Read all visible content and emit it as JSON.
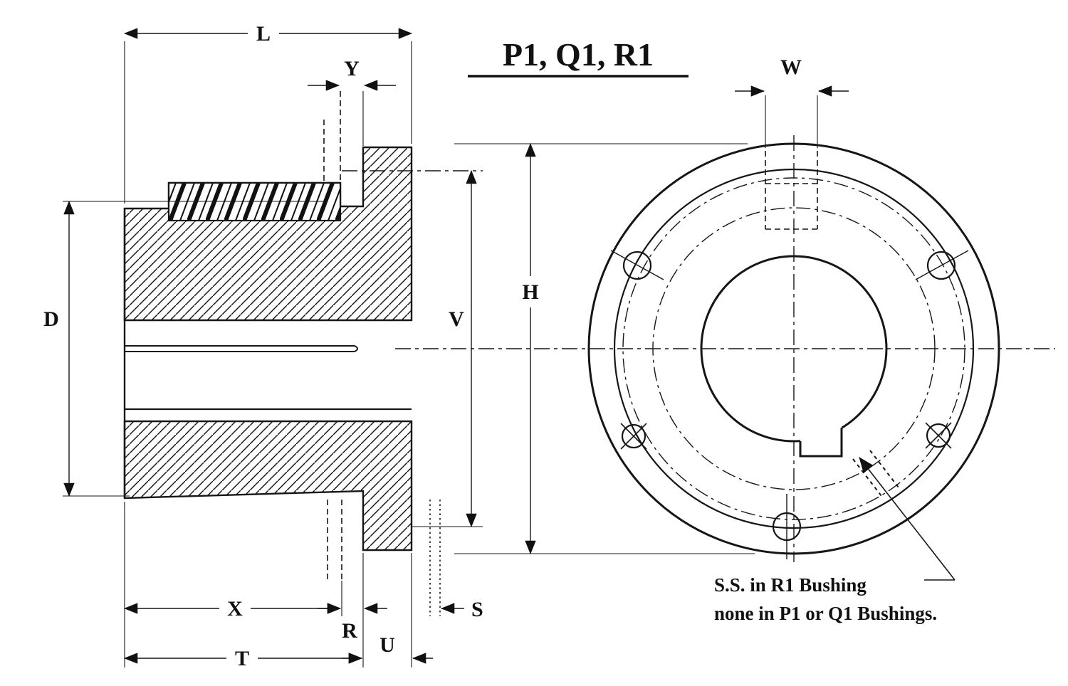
{
  "title": "P1, Q1, R1",
  "dimension_labels": {
    "L": "L",
    "Y": "Y",
    "D": "D",
    "V": "V",
    "H": "H",
    "W": "W",
    "X": "X",
    "R": "R",
    "T": "T",
    "U": "U",
    "S": "S"
  },
  "annotation": {
    "line1": "S.S. in R1 Bushing",
    "line2": "none in P1 or Q1 Bushings."
  },
  "colors": {
    "ink": "#111111",
    "background": "#ffffff"
  }
}
